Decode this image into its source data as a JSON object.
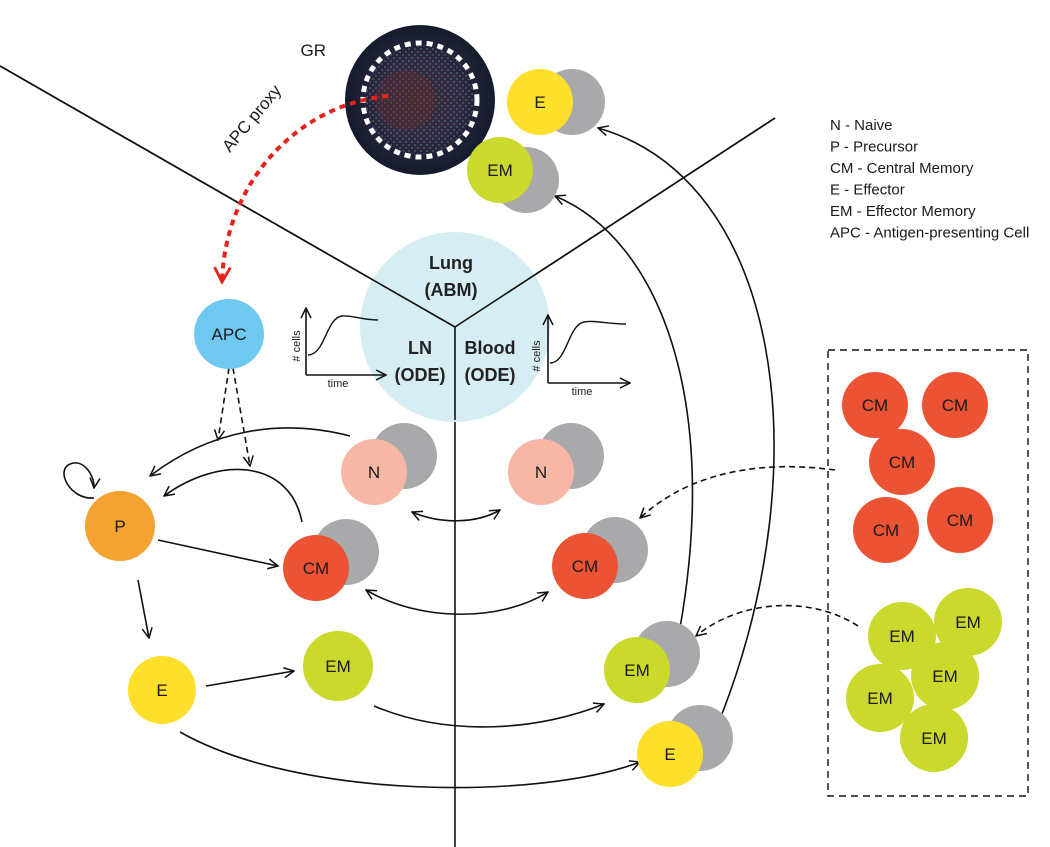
{
  "colors": {
    "naive": "#f6b8a4",
    "precursor": "#f4a232",
    "central_memory": "#ec5234",
    "effector": "#fde02b",
    "effector_memory": "#cbd82c",
    "apc": "#6ec8f0",
    "shadow": "#a9a9ab",
    "center_disk": "#d7edf4",
    "apc_arrow": "#e8221b",
    "granuloma": "#131a2a"
  },
  "granuloma": {
    "label": "GR"
  },
  "apc_proxy": {
    "label": "APC proxy"
  },
  "compartments": {
    "lung": {
      "name": "Lung",
      "model": "(ABM)"
    },
    "ln": {
      "name": "LN",
      "model": "(ODE)"
    },
    "blood": {
      "name": "Blood",
      "model": "(ODE)"
    }
  },
  "inset_plots": [
    {
      "ylabel": "# cells",
      "xlabel": "time"
    },
    {
      "ylabel": "# cells",
      "xlabel": "time"
    }
  ],
  "cells": {
    "apc": "APC",
    "p": "P",
    "ln_n": "N",
    "ln_cm": "CM",
    "ln_e": "E",
    "ln_em": "EM",
    "blood_n": "N",
    "blood_cm": "CM",
    "blood_em": "EM",
    "blood_e": "E",
    "lung_e": "E",
    "lung_em": "EM"
  },
  "pool": {
    "cm": [
      "CM",
      "CM",
      "CM",
      "CM",
      "CM"
    ],
    "em": [
      "EM",
      "EM",
      "EM",
      "EM",
      "EM"
    ]
  },
  "legend": [
    "N - Naive",
    "P - Precursor",
    "CM - Central Memory",
    "E - Effector",
    "EM - Effector Memory",
    "APC - Antigen-presenting Cell"
  ]
}
